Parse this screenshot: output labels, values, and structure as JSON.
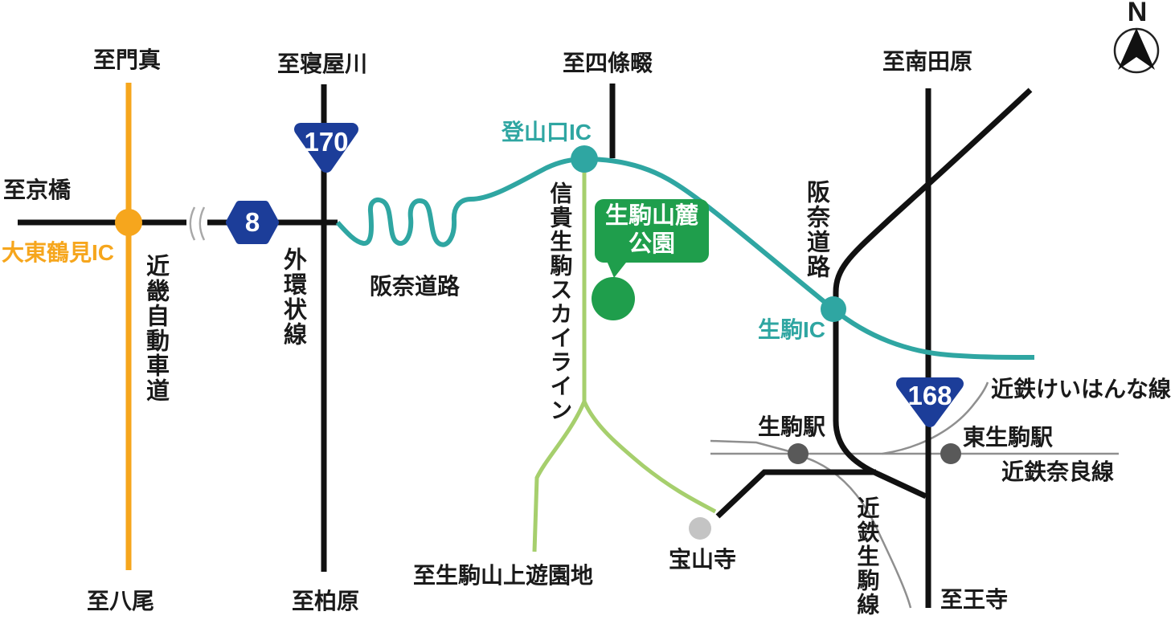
{
  "map": {
    "compass": {
      "north_label": "N"
    },
    "destinations": {
      "kadoma": "至門真",
      "neyagawa": "至寝屋川",
      "shijonawate": "至四條畷",
      "minamitawara": "至南田原",
      "kyobashi": "至京橋",
      "yao": "至八尾",
      "kashiwara": "至柏原",
      "oji": "至王寺",
      "ikoma_sanjo": "至生駒山上遊園地"
    },
    "roads": {
      "kinki_expressway": "近畿自動車道",
      "outer_loop": "外環状線",
      "hanna_road_west": "阪奈道路",
      "hanna_road_east": "阪奈道路",
      "shigi_ikoma_skyline": "信貴生駒スカイライン"
    },
    "route_badges": {
      "route_170": "170",
      "route_8": "8",
      "route_168": "168"
    },
    "interchanges": {
      "daito_tsurumi_ic": "大東鶴見IC",
      "tozanguchi_ic": "登山口IC",
      "ikoma_ic": "生駒IC"
    },
    "stations": {
      "ikoma_station": "生駒駅",
      "higashi_ikoma_station": "東生駒駅"
    },
    "rail_lines": {
      "keihanna_line": "近鉄けいはんな線",
      "nara_line": "近鉄奈良線",
      "ikoma_line": "近鉄生駒線"
    },
    "landmarks": {
      "park_name": "生駒山麓公園",
      "park_name_lines": [
        "生駒山麓",
        "公園"
      ],
      "hozanji": "宝山寺"
    },
    "colors": {
      "expressway_orange": "#f6a61d",
      "hanna_teal": "#2fa6a2",
      "skyline_green": "#a6cf6d",
      "park_green": "#1f9e4c",
      "route_badge_blue": "#1c3d99",
      "road_black": "#111111",
      "rail_gray": "#8f8f8f",
      "station_gray": "#595959",
      "hozanji_gray": "#c4c4c4"
    }
  }
}
